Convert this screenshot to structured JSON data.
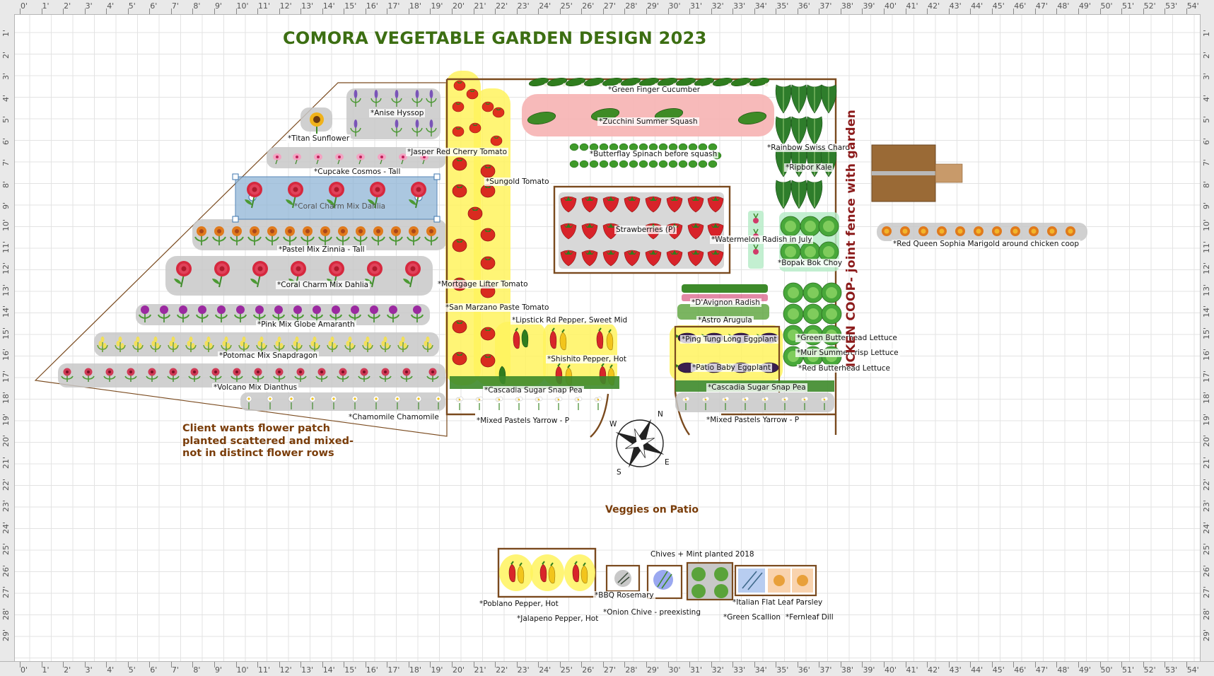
{
  "title": "COMORA VEGETABLE GARDEN DESIGN 2023",
  "note": "Client wants flower patch planted scattered and mixed-not in distinct flower rows",
  "patio_heading": "Veggies on Patio",
  "coop_label": "ICKEN COOP- joint fence with garden",
  "chives_mint": "Chives + Mint planted 2018",
  "ruler": {
    "top_labels": [
      "0'",
      "1'",
      "2'",
      "3'",
      "4'",
      "5'",
      "6'",
      "7'",
      "8'",
      "9'",
      "10'",
      "11'",
      "12'",
      "13'",
      "14'",
      "15'",
      "16'",
      "17'",
      "18'",
      "19'",
      "20'",
      "21'",
      "22'",
      "23'",
      "24'",
      "25'",
      "26'",
      "27'",
      "28'",
      "29'",
      "30'",
      "31'",
      "32'",
      "33'",
      "34'",
      "35'",
      "36'",
      "37'",
      "38'",
      "39'",
      "40'",
      "41'",
      "42'",
      "43'",
      "44'",
      "45'",
      "46'",
      "47'",
      "48'",
      "49'",
      "50'",
      "51'",
      "52'",
      "53'",
      "54'"
    ],
    "side_labels": [
      "1'",
      "2'",
      "3'",
      "4'",
      "5'",
      "6'",
      "7'",
      "8'",
      "9'",
      "10'",
      "11'",
      "12'",
      "13'",
      "14'",
      "15'",
      "16'",
      "17'",
      "18'",
      "19'",
      "20'",
      "21'",
      "22'",
      "23'",
      "24'",
      "25'",
      "26'",
      "27'",
      "28'",
      "29'"
    ]
  },
  "compass": {
    "n": "N",
    "s": "S",
    "e": "E",
    "w": "W"
  },
  "plants": {
    "anise_hyssop": "*Anise Hyssop",
    "titan_sunflower": "*Titan Sunflower",
    "jasper_tomato": "*Jasper Red Cherry Tomato",
    "cupcake_cosmos": "*Cupcake Cosmos - Tall",
    "sungold_tomato": "*Sungold Tomato",
    "coral_dahlia_1": "*Coral Charm Mix Dahlia",
    "pastel_zinnia": "*Pastel Mix Zinnia - Tall",
    "coral_dahlia_2": "*Coral Charm Mix Dahlia",
    "mortgage_tomato": "*Mortgage Lifter Tomato",
    "san_marzano": "*San Marzano Paste Tomato",
    "pink_amaranth": "*Pink Mix Globe Amaranth",
    "lipstick_pepper": "*Lipstick Rd Pepper, Sweet Mid",
    "potomac_snapdragon": "*Potomac Mix Snapdragon",
    "shishito_pepper": "*Shishito Pepper, Hot",
    "volcano_dianthus": "*Volcano Mix Dianthus",
    "cascadia_pea_1": "*Cascadia Sugar Snap Pea",
    "chamomile": "*Chamomile Chamomile",
    "yarrow_1": "*Mixed Pastels Yarrow - P",
    "cucumber": "*Green Finger Cucumber",
    "zucchini": "*Zucchini Summer Squash",
    "spinach": "*Butterflay Spinach before squash",
    "strawberries": "Strawberries (P)",
    "swiss_chard": "*Rainbow Swiss Chard",
    "ripbor_kale": "*Ripbor Kale",
    "watermelon_radish": "*Watermelon Radish in July",
    "bok_choy": "*Bopak Bok Choy",
    "davignon_radish": "*D'Avignon Radish",
    "astro_arugula": "*Astro Arugula",
    "ping_tung_eggplant": "*Ping Tung Long Eggplant",
    "green_butterhead": "*Green Butterhead Lettuce",
    "muir_lettuce": "*Muir Summercrisp Lettuce",
    "patio_eggplant": "*Patio Baby Eggplant",
    "red_butterhead": "*Red Butterhead Lettuce",
    "cascadia_pea_2": "*Cascadia Sugar Snap Pea",
    "yarrow_2": "*Mixed Pastels Yarrow - P",
    "marigold": "*Red Queen Sophia Marigold around chicken coop",
    "poblano": "*Poblano Pepper, Hot",
    "jalapeno": "*Jalapeno Pepper, Hot",
    "rosemary": "*BBQ Rosemary",
    "onion_chive": "*Onion Chive - preexisting",
    "parsley": "*Italian Flat Leaf Parsley",
    "scallion": "*Green Scallion",
    "dill": "*Fernleaf Dill"
  },
  "colors": {
    "title": "#3c6e12",
    "note": "#7a3d0a",
    "bed_border": "#7a4a1e",
    "coop_label": "#8b1a1a",
    "highlight_yellow": "#fff35e",
    "highlight_pink": "#f6b3b3",
    "highlight_blue": "#8fb5d6"
  }
}
